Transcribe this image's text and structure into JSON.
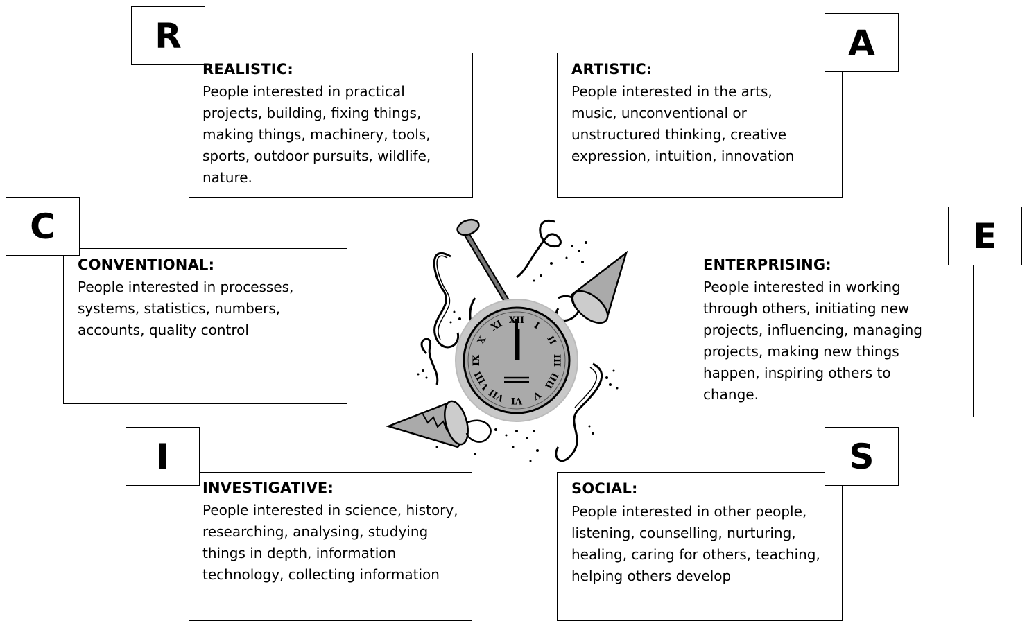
{
  "types": {
    "realistic": {
      "letter": "R",
      "heading": "REALISTIC:",
      "description": "People interested in practical projects, building, fixing things, making things, machinery, tools, sports, outdoor pursuits, wildlife, nature."
    },
    "artistic": {
      "letter": "A",
      "heading": "ARTISTIC:",
      "description": "People interested in the arts, music, unconventional or unstructured thinking, creative expression, intuition, innovation"
    },
    "conventional": {
      "letter": "C",
      "heading": "CONVENTIONAL:",
      "description": "People interested in processes, systems, statistics, numbers, accounts, quality control"
    },
    "enterprising": {
      "letter": "E",
      "heading": "ENTERPRISING:",
      "description": "People interested in working through others, initiating new projects, influencing, managing projects, making new things happen, inspiring others to change."
    },
    "investigative": {
      "letter": "I",
      "heading": "INVESTIGATIVE:",
      "description": "People interested in science, history, researching, analysing, studying things in depth, information technology, collecting information"
    },
    "social": {
      "letter": "S",
      "heading": "SOCIAL:",
      "description": "People interested in other people, listening, counselling, nurturing, healing, caring for others, teaching, helping others develop"
    }
  },
  "clock": {
    "numerals": [
      "XII",
      "I",
      "II",
      "III",
      "IIII",
      "V",
      "VI",
      "VII",
      "VIII",
      "IX",
      "X",
      "XI"
    ]
  },
  "illustration": {
    "icon": "party-clock-icon"
  }
}
